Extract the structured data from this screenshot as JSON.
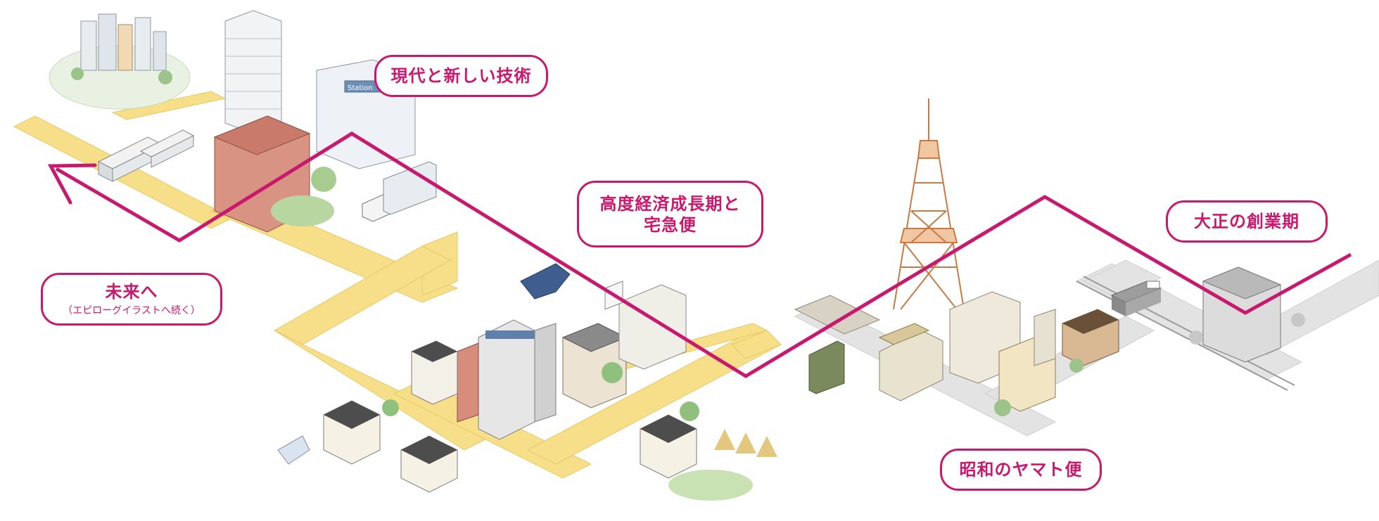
{
  "labels": {
    "modern": {
      "text": "現代と新しい技術"
    },
    "growth": {
      "line1": "高度経済成長期と",
      "line2": "宅急便"
    },
    "taisho": {
      "text": "大正の創業期"
    },
    "future": {
      "text": "未来へ",
      "sub": "（エピローグイラストへ続く）"
    },
    "showa": {
      "text": "昭和のヤマト便"
    }
  },
  "scene_signs": {
    "station": "Station"
  },
  "colors": {
    "timeline": "#c8196e",
    "road": "#f6df88",
    "road_gray": "#d8d8d8",
    "tower": "#e39a62"
  }
}
